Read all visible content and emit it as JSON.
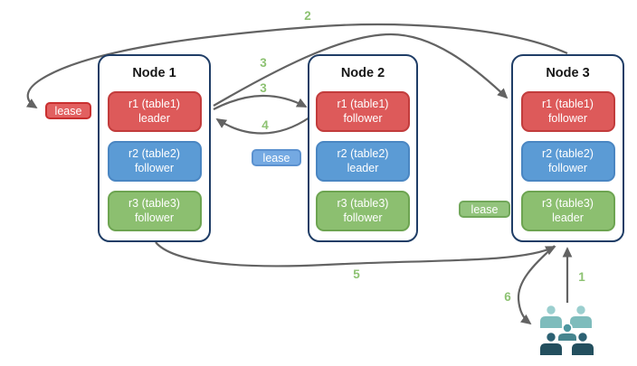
{
  "colors": {
    "node_border": "#1f3d66",
    "title_text": "#161616",
    "box_text": "#ffffff",
    "arrow": "#636363",
    "step_label": "#8dc272",
    "red_fill": "#dd5a5a",
    "red_stroke": "#c23c3c",
    "blue_fill": "#5b9bd5",
    "blue_stroke": "#4a86c2",
    "green_fill": "#8cbf70",
    "green_stroke": "#6da451",
    "lease_red_fill": "#e26060",
    "lease_red_stroke": "#c92f2f",
    "lease_blue_fill": "#74a9e2",
    "lease_blue_stroke": "#5b91cf",
    "lease_green_fill": "#93c47d",
    "lease_green_stroke": "#71a75a",
    "people_back_head": "#9bcfcf",
    "people_back_body": "#7ebcbc",
    "people_mid_head": "#4e97a0",
    "people_mid_body": "#46858f",
    "people_front_head": "#2c6173",
    "people_front_body": "#234f5e"
  },
  "nodes": [
    {
      "title": "Node 1",
      "replicas": [
        {
          "name": "r1 (table1)",
          "role": "leader",
          "color": "red"
        },
        {
          "name": "r2 (table2)",
          "role": "follower",
          "color": "blue"
        },
        {
          "name": "r3 (table3)",
          "role": "follower",
          "color": "green"
        }
      ]
    },
    {
      "title": "Node 2",
      "replicas": [
        {
          "name": "r1 (table1)",
          "role": "follower",
          "color": "red"
        },
        {
          "name": "r2 (table2)",
          "role": "leader",
          "color": "blue"
        },
        {
          "name": "r3 (table3)",
          "role": "follower",
          "color": "green"
        }
      ]
    },
    {
      "title": "Node 3",
      "replicas": [
        {
          "name": "r1 (table1)",
          "role": "follower",
          "color": "red"
        },
        {
          "name": "r2 (table2)",
          "role": "follower",
          "color": "blue"
        },
        {
          "name": "r3 (table3)",
          "role": "leader",
          "color": "green"
        }
      ]
    }
  ],
  "leases": [
    {
      "label": "lease",
      "color": "red"
    },
    {
      "label": "lease",
      "color": "blue"
    },
    {
      "label": "lease",
      "color": "green"
    }
  ],
  "steps": {
    "s1": "1",
    "s2": "2",
    "s3a": "3",
    "s3b": "3",
    "s4": "4",
    "s5": "5",
    "s6": "6"
  },
  "icons": {
    "users_group_icon": "group of five users"
  }
}
